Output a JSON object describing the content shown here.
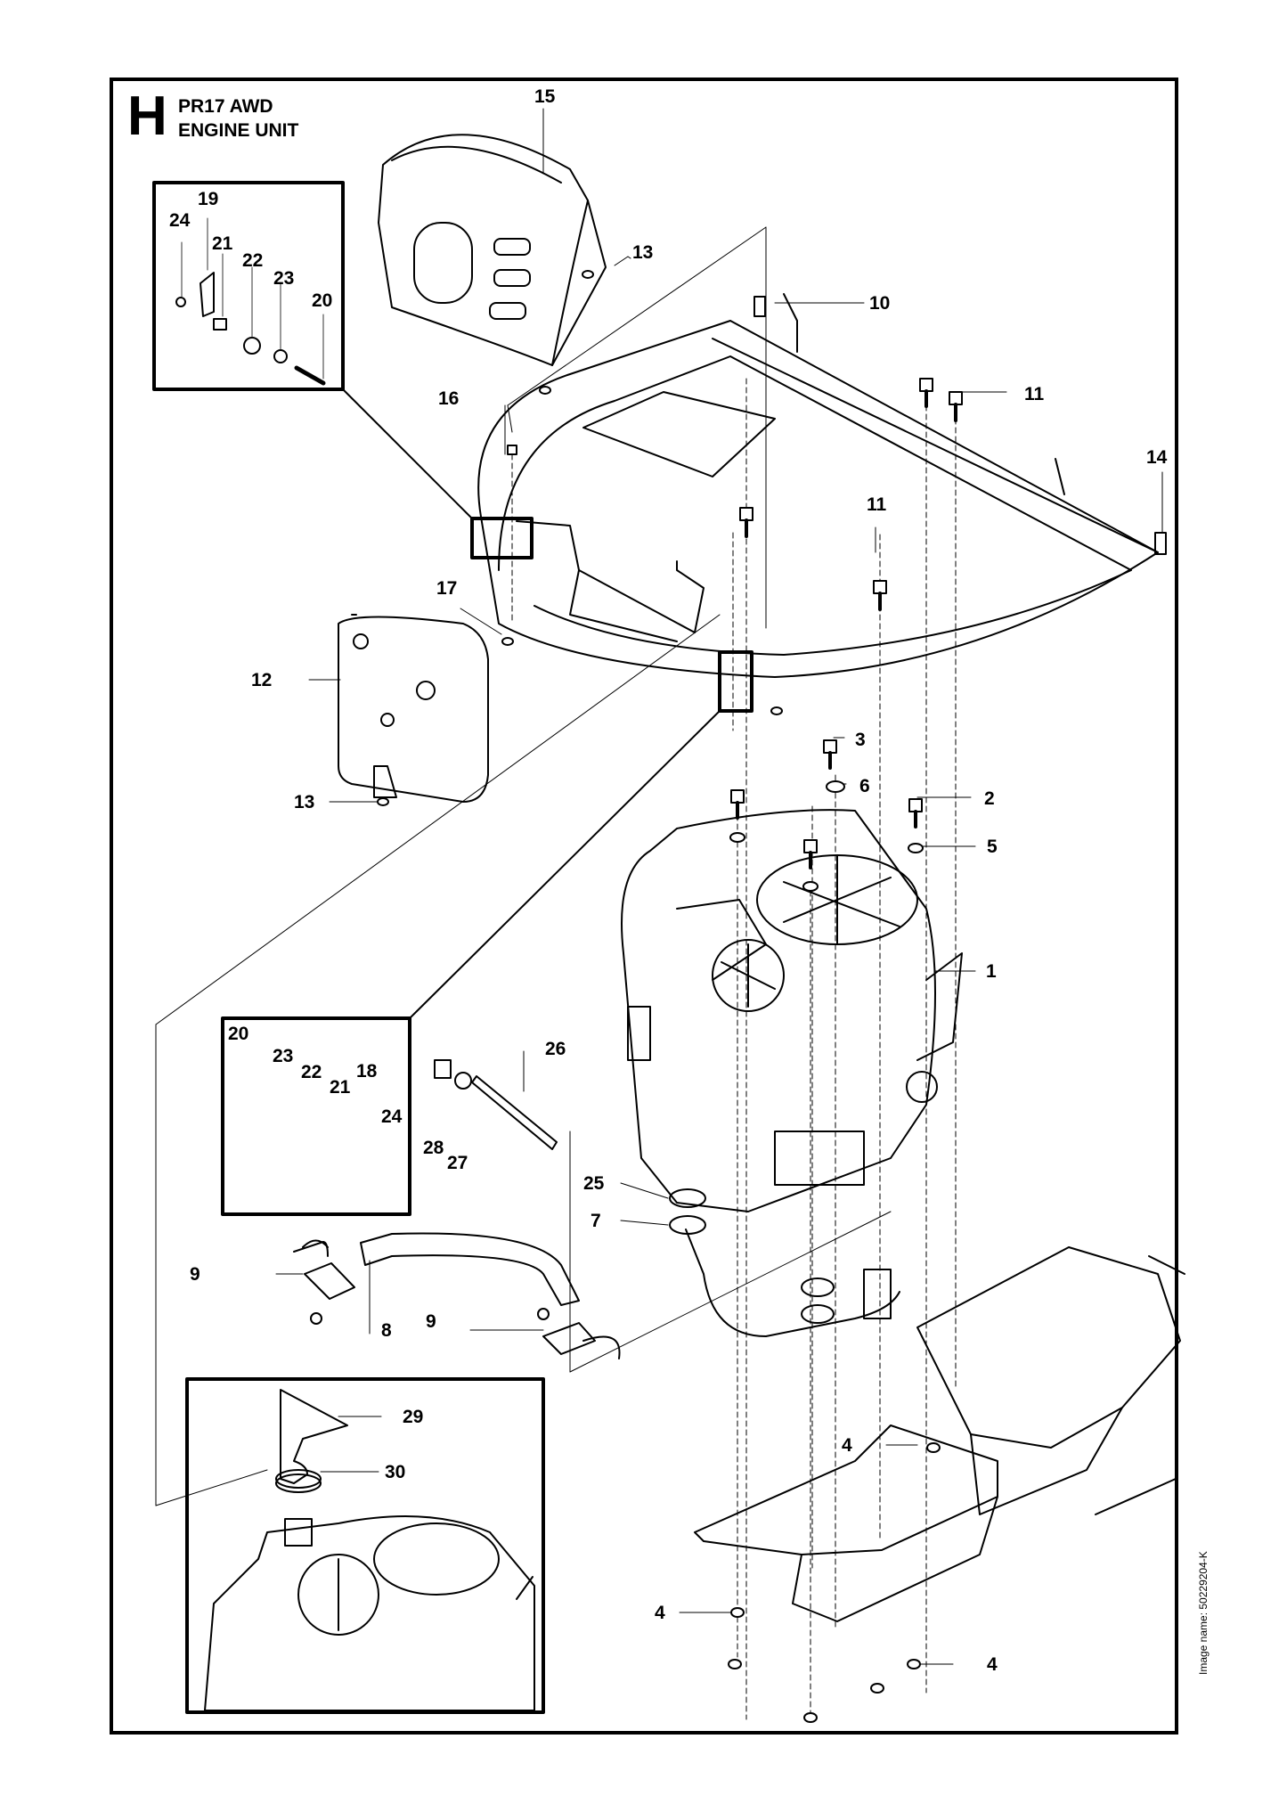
{
  "header": {
    "section_letter": "H",
    "title_line1": "PR17 AWD",
    "title_line2": "ENGINE UNIT"
  },
  "footer": {
    "image_name": "Image name: 50229204-K"
  },
  "callouts": {
    "c15": "15",
    "c19a": "19",
    "c24a": "24",
    "c21a": "21",
    "c22a": "22",
    "c23a": "23",
    "c20a": "20",
    "c13a": "13",
    "c10": "10",
    "c11a": "11",
    "c16": "16",
    "c14": "14",
    "c11b": "11",
    "c17": "17",
    "c12": "12",
    "c3": "3",
    "c6": "6",
    "c13b": "13",
    "c2": "2",
    "c5": "5",
    "c1": "1",
    "c20b": "20",
    "c23b": "23",
    "c22b": "22",
    "c21b": "21",
    "c18": "18",
    "c26": "26",
    "c28": "28",
    "c27": "27",
    "c24b": "24",
    "c25": "25",
    "c7": "7",
    "c9a": "9",
    "c8": "8",
    "c9b": "9",
    "c29": "29",
    "c30": "30",
    "c4a": "4",
    "c4b": "4",
    "c4c": "4"
  }
}
